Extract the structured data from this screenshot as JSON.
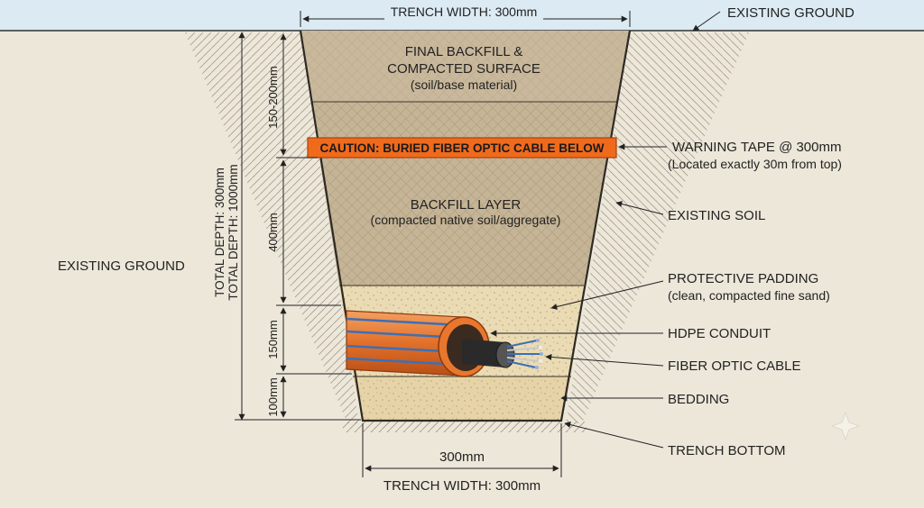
{
  "top": {
    "trench_width_label": "TRENCH WIDTH: 300mm",
    "existing_ground_top": "EXISTING GROUND"
  },
  "layers": {
    "final_backfill_title_1": "FINAL BACKFILL &",
    "final_backfill_title_2": "COMPACTED SURFACE",
    "final_backfill_sub": "(soil/base material)",
    "warning_tape_text": "CAUTION: BURIED FIBER OPTIC CABLE BELOW",
    "backfill_title": "BACKFILL LAYER",
    "backfill_sub": "(compacted native soil/aggregate)"
  },
  "callouts": {
    "warning_tape": "WARNING TAPE @ 300mm",
    "warning_tape_sub": "(Located exactly 30m from top)",
    "existing_soil": "EXISTING SOIL",
    "protective_padding": "PROTECTIVE PADDING",
    "protective_padding_sub": "(clean, compacted fine sand)",
    "hdpe_conduit": "HDPE CONDUIT",
    "fiber_optic_cable": "FIBER OPTIC CABLE",
    "bedding": "BEDDING",
    "trench_bottom": "TRENCH BOTTOM"
  },
  "left": {
    "existing_ground": "EXISTING GROUND",
    "total_depth_1": "TOTAL DEPTH: 300mm",
    "total_depth_2": "TOTAL DEPTH: 1000mm",
    "dim_150_200": "150-200mm",
    "dim_400": "400mm",
    "dim_150": "150mm",
    "dim_100": "100mm"
  },
  "bottom": {
    "bottom_width_300": "300mm",
    "trench_width_label": "TRENCH WIDTH: 300mm"
  },
  "colors": {
    "sky": "#dbeaf3",
    "ground": "#ece7d9",
    "backfill": "#c9b89c",
    "sand": "#eadbb4",
    "tape": "#f06a1c",
    "conduit": "#e8772d",
    "conduit_stripe": "#3d6fb5"
  }
}
